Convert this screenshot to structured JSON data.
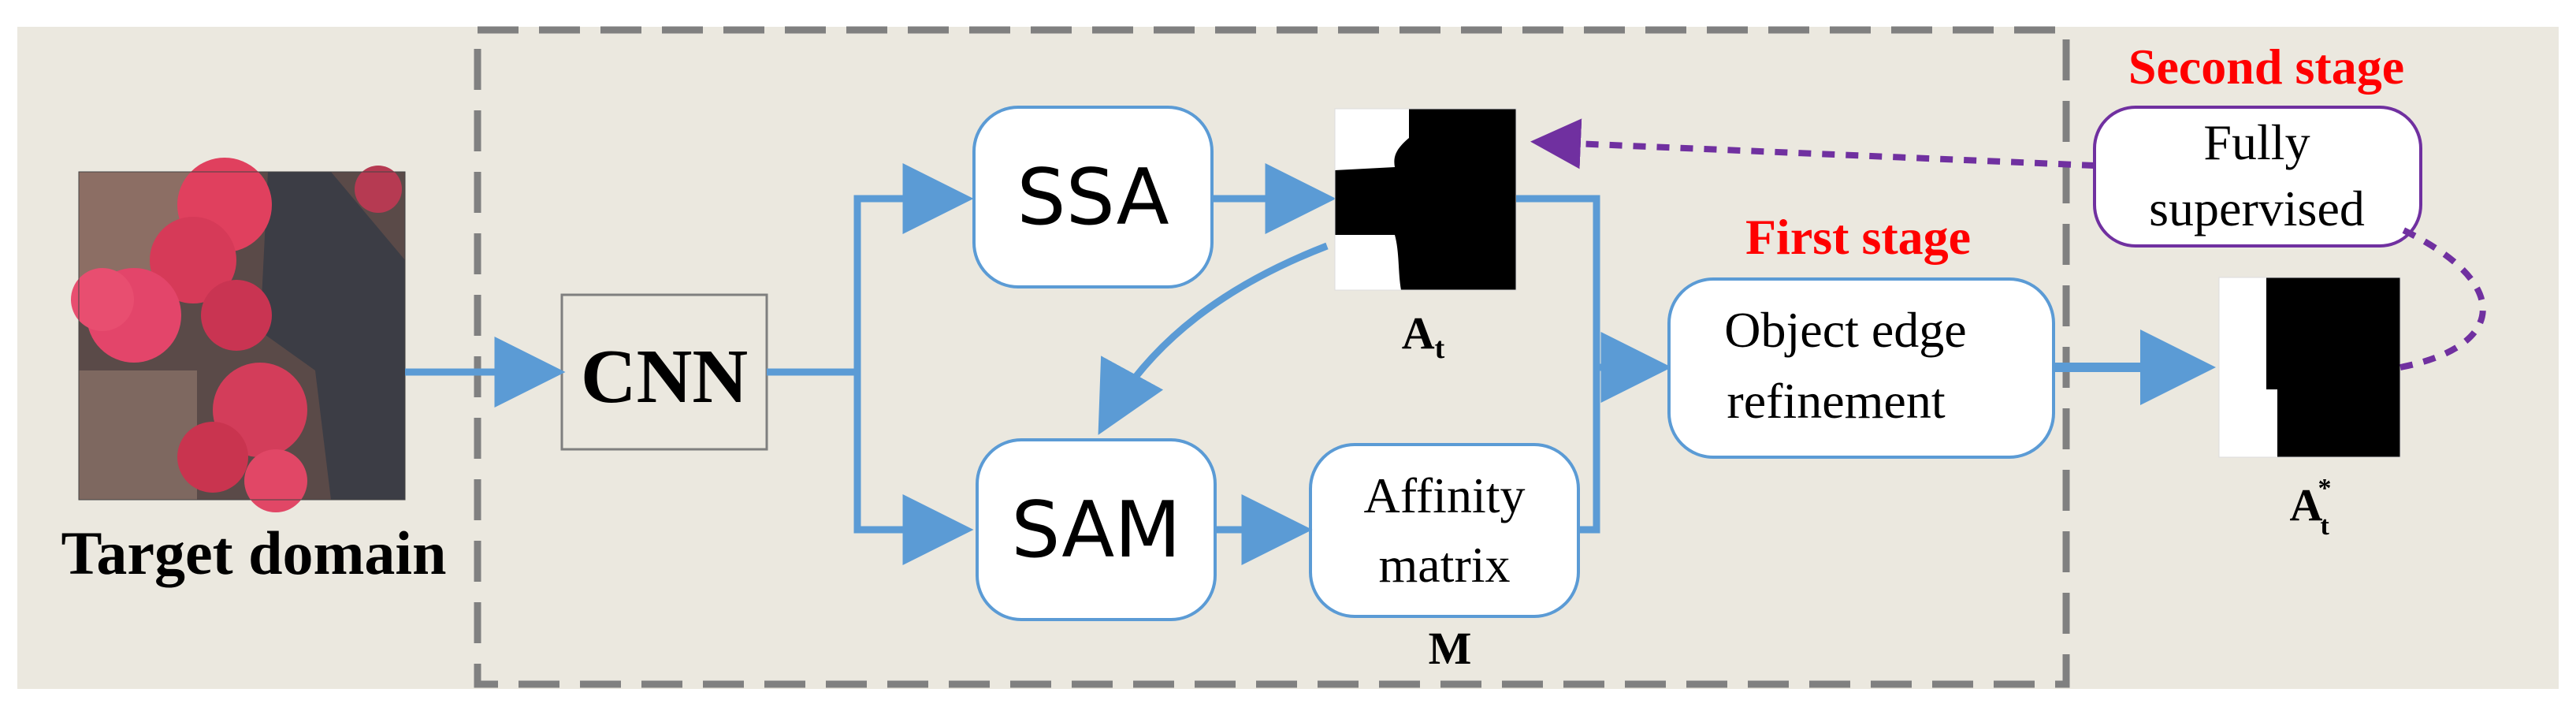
{
  "labels": {
    "target_domain": "Target domain",
    "cnn": "CNN",
    "ssa": "SSA",
    "sam": "SAM",
    "affinity_line1": "Affinity",
    "affinity_line2": "matrix",
    "affinity_symbol": "M",
    "at_base": "A",
    "at_sub": "t",
    "at_star_base": "A",
    "at_star_sub": "t",
    "at_star_sup": "*",
    "first_stage": "First stage",
    "second_stage": "Second stage",
    "refine_line1": "Object edge",
    "refine_line2": "refinement",
    "supervised_line1": "Fully",
    "supervised_line2": "supervised"
  },
  "colors": {
    "background": "#ebe8df",
    "arrow_blue": "#5b9bd5",
    "dashed_purple": "#7030a0",
    "stage_red": "#ff0000",
    "dash_border": "#808080",
    "node_border": "#5b9bd5"
  }
}
